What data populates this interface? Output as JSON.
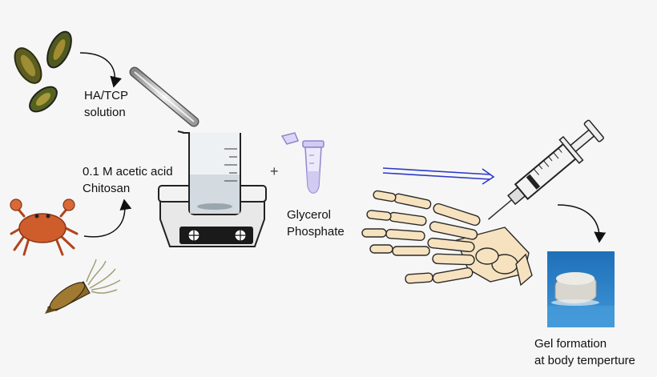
{
  "labels": {
    "ha_tcp_line1": "HA/TCP",
    "ha_tcp_line2": "solution",
    "acetic_line1": "0.1 M acetic acid",
    "acetic_line2": "Chitosan",
    "glycerol_line1": "Glycerol",
    "glycerol_line2": "Phosphate",
    "gel_line1": "Gel formation",
    "gel_line2": "at body temperture",
    "plus": "+"
  },
  "icons": [
    "mussel-shells-icon",
    "crab-icon",
    "squid-icon",
    "beaker-on-hotplate-icon",
    "stirring-rod-icon",
    "microtube-icon",
    "double-arrow-icon",
    "syringe-icon",
    "hand-skeleton-icon",
    "gel-photo-icon"
  ],
  "colors": {
    "background": "#f6f6f6",
    "double_arrow": "#2b39c9",
    "crab": "#c9582a",
    "mussel": "#6a6a2a",
    "microtube": "#a39ad8",
    "bone": "#f6e2bf",
    "gel_bg": "#2f86cf"
  }
}
